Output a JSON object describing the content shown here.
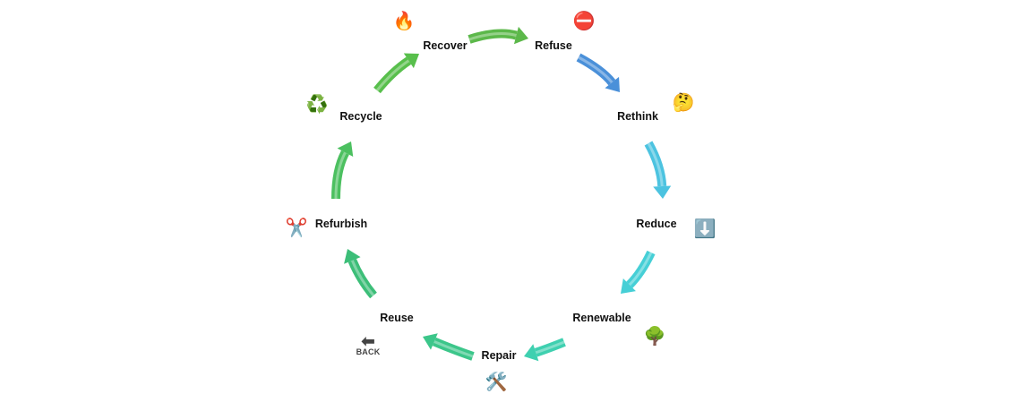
{
  "title": "",
  "stages": [
    {
      "id": "refuse",
      "label": "Refuse",
      "icon": "no-entry-icon",
      "glyph": "⛔"
    },
    {
      "id": "rethink",
      "label": "Rethink",
      "icon": "thinking-face-icon",
      "glyph": "🤔"
    },
    {
      "id": "reduce",
      "label": "Reduce",
      "icon": "down-arrow-button-icon",
      "glyph": "⬇️"
    },
    {
      "id": "renewable",
      "label": "Renewable",
      "icon": "tree-icon",
      "glyph": "🌳"
    },
    {
      "id": "repair",
      "label": "Repair",
      "icon": "hammer-and-wrench-icon",
      "glyph": "🛠️"
    },
    {
      "id": "reuse",
      "label": "Reuse",
      "icon": "back-arrow-icon",
      "glyph": "⬅",
      "glyph_text": "BACK"
    },
    {
      "id": "refurbish",
      "label": "Refurbish",
      "icon": "scissors-icon",
      "glyph": "✂️"
    },
    {
      "id": "recycle",
      "label": "Recycle",
      "icon": "recycle-icon",
      "glyph": "♻️"
    },
    {
      "id": "recover",
      "label": "Recover",
      "icon": "fire-icon",
      "glyph": "🔥"
    }
  ],
  "arrows": [
    {
      "from": "recover",
      "to": "refuse",
      "color": "#5cb84a"
    },
    {
      "from": "refuse",
      "to": "rethink",
      "color": "#4a90d9"
    },
    {
      "from": "rethink",
      "to": "reduce",
      "color": "#4cc3e0"
    },
    {
      "from": "reduce",
      "to": "renewable",
      "color": "#46cfd6"
    },
    {
      "from": "renewable",
      "to": "repair",
      "color": "#3fd0b0"
    },
    {
      "from": "repair",
      "to": "reuse",
      "color": "#3cc68a"
    },
    {
      "from": "reuse",
      "to": "refurbish",
      "color": "#3cbe78"
    },
    {
      "from": "refurbish",
      "to": "recycle",
      "color": "#4cc060"
    },
    {
      "from": "recycle",
      "to": "recover",
      "color": "#58bf4c"
    }
  ]
}
